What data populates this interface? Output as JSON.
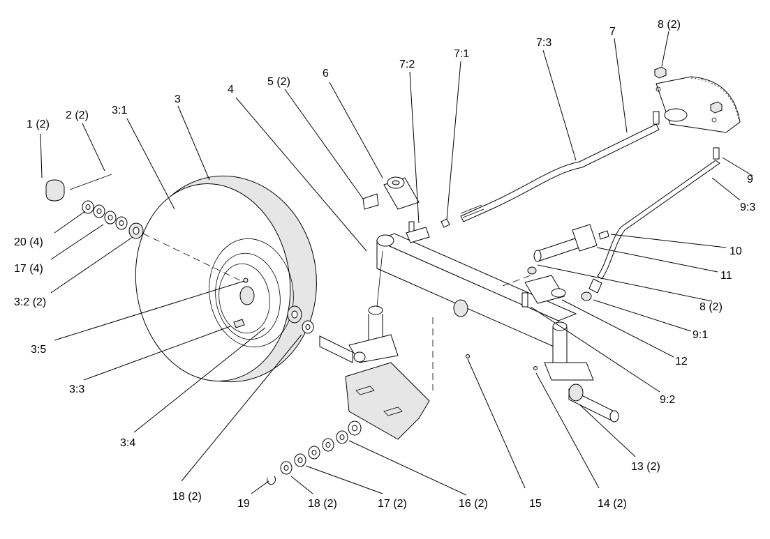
{
  "diagram": {
    "type": "exploded-parts-view",
    "callouts": {
      "c1": "1 (2)",
      "c2": "2 (2)",
      "c3_1": "3:1",
      "c3": "3",
      "c4": "4",
      "c5": "5 (2)",
      "c6": "6",
      "c7_2": "7:2",
      "c7_1": "7:1",
      "c7_3": "7:3",
      "c7": "7",
      "c8top": "8 (2)",
      "c9": "9",
      "c9_3": "9:3",
      "c10": "10",
      "c11": "11",
      "c8mid": "8 (2)",
      "c9_1": "9:1",
      "c12": "12",
      "c9_2": "9:2",
      "c20": "20 (4)",
      "c17a": "17 (4)",
      "c3_2": "3:2 (2)",
      "c3_5": "3:5",
      "c3_3": "3:3",
      "c3_4": "3:4",
      "c18a": "18 (2)",
      "c13": "13 (2)",
      "c14": "14 (2)",
      "c15": "15",
      "c16": "16 (2)",
      "c17b": "17 (2)",
      "c18b": "18 (2)",
      "c19": "19"
    }
  }
}
